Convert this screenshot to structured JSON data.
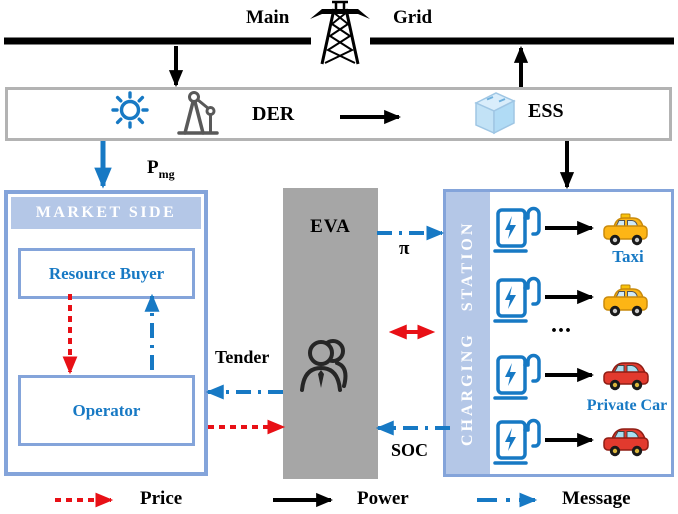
{
  "top": {
    "main": "Main",
    "grid": "Grid"
  },
  "der": {
    "label": "DER",
    "ess": "ESS"
  },
  "labels": {
    "pmg_base": "P",
    "pmg_sub": "mg",
    "tender": "Tender",
    "pi": "π",
    "soc": "SOC",
    "ellipsis": "..."
  },
  "market": {
    "title": "MARKET SIDE",
    "resource_buyer": "Resource Buyer",
    "operator": "Operator"
  },
  "eva": {
    "title": "EVA"
  },
  "charging": {
    "title": "CHARGING STATION",
    "taxi_label": "Taxi",
    "private_car_label": "Private Car"
  },
  "legend": {
    "price": "Price",
    "power": "Power",
    "message": "Message"
  },
  "icons": {
    "grid": "transmission-tower-icon",
    "solar": "sun-icon",
    "wind": "wind-turbine-icon",
    "storage": "battery-icon",
    "aggregator": "users-icon",
    "charger": "ev-charger-icon",
    "taxi": "taxi-car-icon",
    "private_car": "red-car-icon"
  },
  "colors": {
    "blue": "#1779c4",
    "red": "#e81016",
    "black": "#000000",
    "market_border": "#84a4da",
    "band_fill": "#b4c7e7",
    "eva_fill": "#a6a6a6",
    "der_border": "#b3b3b3",
    "taxi_yellow": "#fdb515",
    "car_red": "#e23a2e"
  }
}
